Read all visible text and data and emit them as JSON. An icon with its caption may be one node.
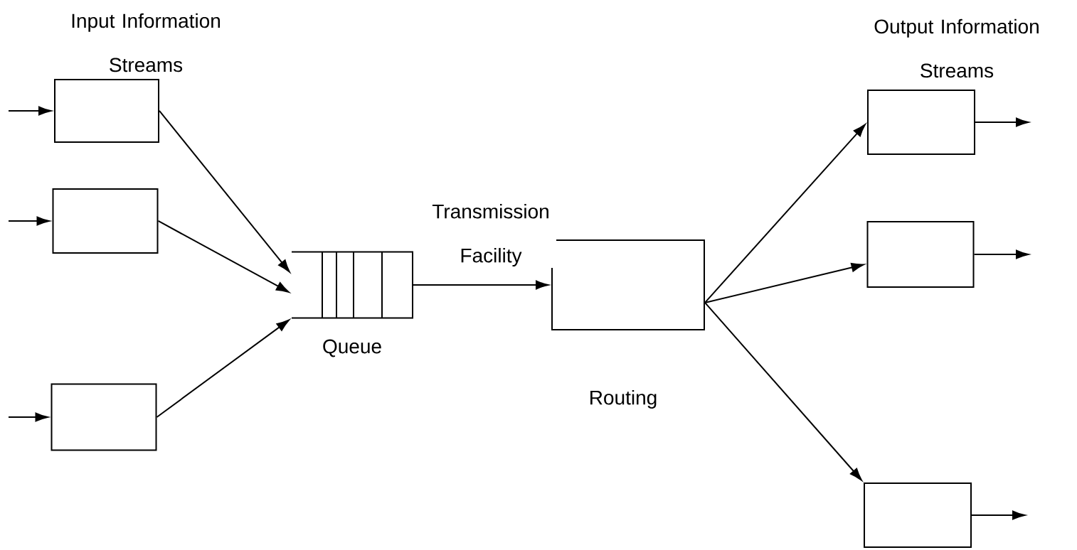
{
  "diagram": {
    "nodes": [
      {
        "text": [],
        "shape": "box"
      },
      {
        "text": [],
        "shape": "box"
      },
      {
        "text": [],
        "shape": "box"
      },
      {
        "text": [],
        "shape": "queue",
        "beside": [
          "Queue"
        ]
      },
      {
        "text": [],
        "shape": "box",
        "beside": [
          "Routing"
        ]
      },
      {
        "text": [],
        "shape": "box"
      },
      {
        "text": [],
        "shape": "box"
      },
      {
        "text": [],
        "shape": "box"
      }
    ],
    "edges": [
      {
        "from": null,
        "to": 0,
        "arrow": "to"
      },
      {
        "from": null,
        "to": 1,
        "arrow": "to"
      },
      {
        "from": null,
        "to": 2,
        "arrow": "to"
      },
      {
        "from": 0,
        "to": 3,
        "arrow": "to"
      },
      {
        "from": 1,
        "to": 3,
        "arrow": "to"
      },
      {
        "from": 2,
        "to": 3,
        "arrow": "to"
      },
      {
        "from": 3,
        "to": 4,
        "arrow": "to",
        "label": "Transmission Facility"
      },
      {
        "from": 4,
        "to": 5,
        "arrow": "to"
      },
      {
        "from": 4,
        "to": 6,
        "arrow": "to"
      },
      {
        "from": 4,
        "to": 7,
        "arrow": "to"
      },
      {
        "from": 5,
        "to": null,
        "arrow": "to"
      },
      {
        "from": 6,
        "to": null,
        "arrow": "to"
      },
      {
        "from": 7,
        "to": null,
        "arrow": "to"
      }
    ],
    "labels": [
      "Input Information Streams",
      "Output Information Streams"
    ]
  }
}
